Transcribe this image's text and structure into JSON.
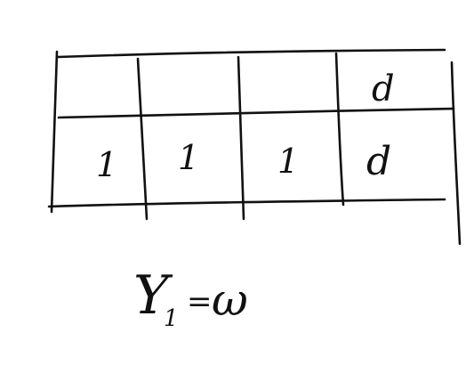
{
  "table": {
    "rows": [
      [
        "",
        "",
        "",
        "d"
      ],
      [
        "1",
        "1",
        "1",
        "d"
      ]
    ]
  },
  "equation": {
    "lhs_symbol": "Y",
    "lhs_subscript": "1",
    "equals": "=",
    "rhs": "ω"
  }
}
